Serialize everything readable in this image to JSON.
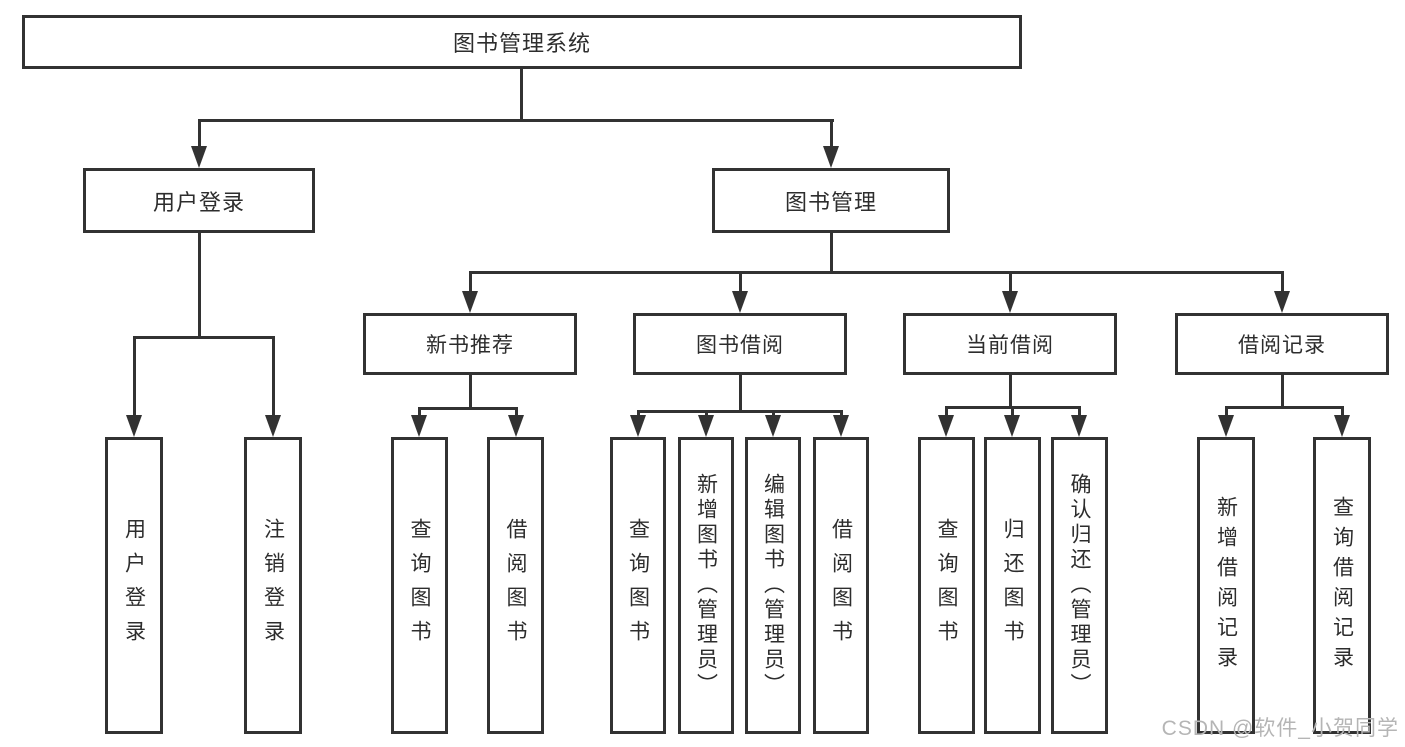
{
  "root_label": "图书管理系统",
  "level2": {
    "user_login": "用户登录",
    "book_management": "图书管理"
  },
  "level3": {
    "new_book_recommend": "新书推荐",
    "book_borrowing": "图书借阅",
    "current_borrowing": "当前借阅",
    "borrowing_records": "借阅记录"
  },
  "leaves": {
    "user_login": [
      "用户登录",
      "注销登录"
    ],
    "new_book_recommend": [
      "查询图书",
      "借阅图书"
    ],
    "book_borrowing": [
      "查询图书",
      "新增图书（管理员）",
      "编辑图书（管理员）",
      "借阅图书"
    ],
    "current_borrowing": [
      "查询图书",
      "归还图书",
      "确认归还（管理员）"
    ],
    "borrowing_records": [
      "新增借阅记录",
      "查询借阅记录"
    ]
  },
  "watermark": "CSDN @软件_小贺同学",
  "colors": {
    "line": "#323232",
    "text": "#2d2d2d",
    "watermark": "#b5b5b5",
    "background": "#ffffff"
  }
}
